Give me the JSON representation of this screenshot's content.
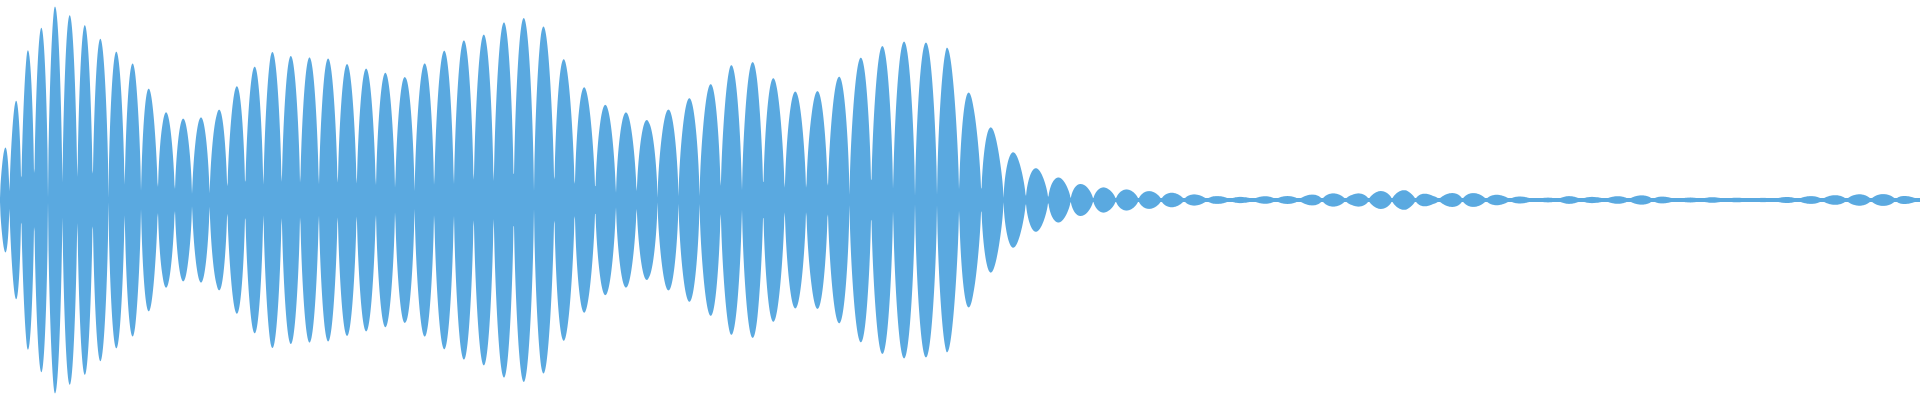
{
  "waveform": {
    "color": "#5aa9e0",
    "background": "#ffffff",
    "amplitude_samples": [
      0.16,
      0.75,
      0.98,
      0.9,
      0.78,
      0.68,
      0.45,
      0.4,
      0.44,
      0.62,
      0.75,
      0.72,
      0.72,
      0.68,
      0.65,
      0.62,
      0.72,
      0.8,
      0.84,
      0.93,
      0.9,
      0.68,
      0.5,
      0.45,
      0.4,
      0.48,
      0.55,
      0.68,
      0.7,
      0.56,
      0.53,
      0.62,
      0.74,
      0.8,
      0.8,
      0.78,
      0.5,
      0.3,
      0.18,
      0.12,
      0.08,
      0.06,
      0.05,
      0.04,
      0.03,
      0.02,
      0.015,
      0.02,
      0.02,
      0.035,
      0.03,
      0.045,
      0.05,
      0.025,
      0.04,
      0.03,
      0.02,
      0.01,
      0.02,
      0.015,
      0.02,
      0.025,
      0.01,
      0.015,
      0.012,
      0.01,
      0.015,
      0.02,
      0.025,
      0.03,
      0.03,
      0.01
    ],
    "approx_cycles": 92
  }
}
